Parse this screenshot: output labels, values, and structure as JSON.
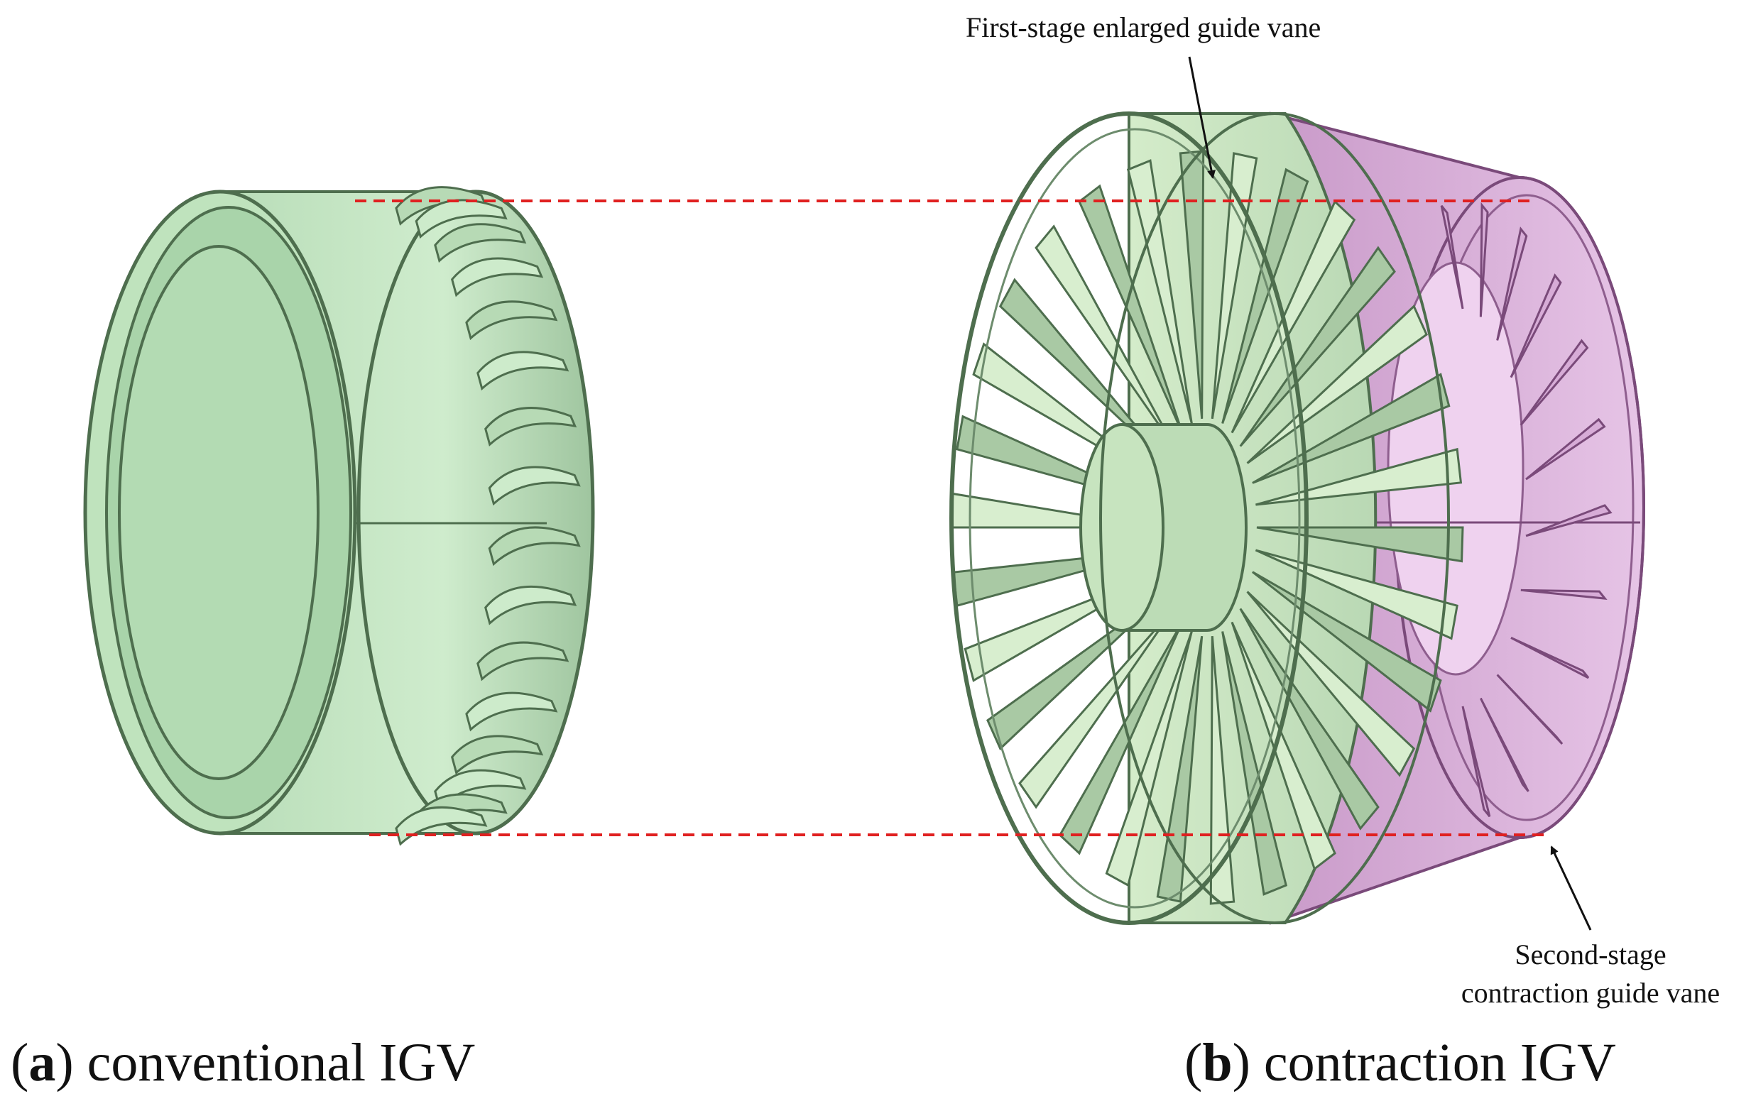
{
  "figure": {
    "panel_a": {
      "letter": "a",
      "caption": "conventional IGV"
    },
    "panel_b": {
      "letter": "b",
      "caption": "contraction IGV"
    },
    "annotations": {
      "first_stage": "First-stage enlarged guide vane",
      "second_stage_line1": "Second-stage",
      "second_stage_line2": "contraction guide vane"
    }
  },
  "colors": {
    "green_fill": "#c4e6c4",
    "green_light": "#dcf0d2",
    "green_dark": "#4e6e4e",
    "green_shadow": "#7e9a7e",
    "purple_fill": "#dcb8dc",
    "purple_light": "#ecd0ec",
    "purple_dark": "#7a4a7a",
    "guide_line": "#e02020"
  }
}
